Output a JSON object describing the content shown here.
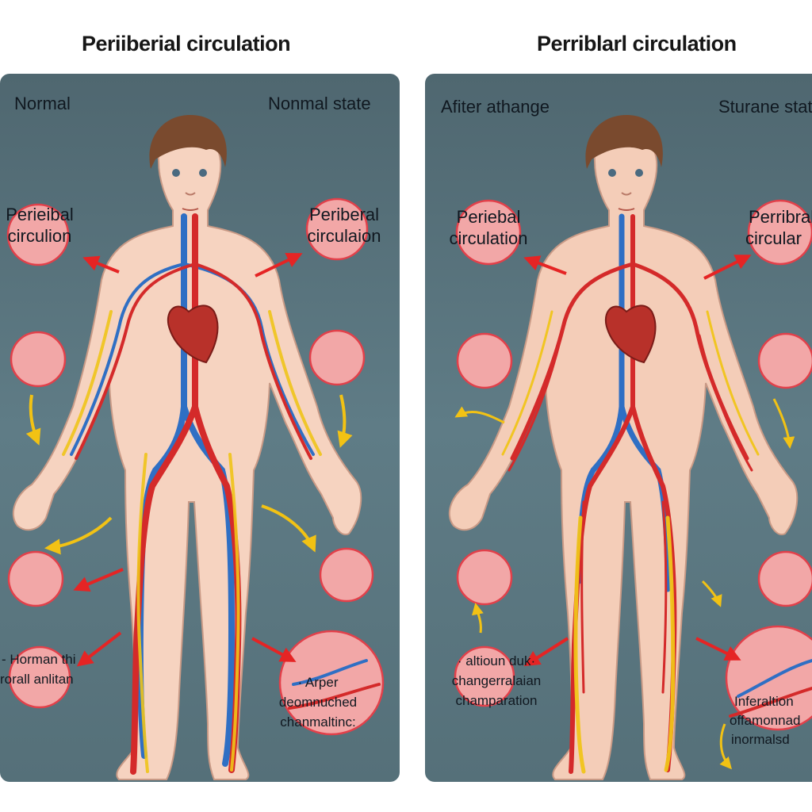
{
  "left_panel": {
    "title": "Periiberial circulation",
    "labels": {
      "top_left": "Normal",
      "top_right": "Nonmal state",
      "mid_left_1": "Perieibal",
      "mid_left_2": "circulion",
      "mid_right_1": "Periberal",
      "mid_right_2": "circulaion",
      "bottom_left_1": "- Horman thi",
      "bottom_left_2": "rorall anlitan",
      "bottom_right_1": "· Arper",
      "bottom_right_2": "deomnuched",
      "bottom_right_3": "chanmaltinc:"
    }
  },
  "right_panel": {
    "title": "Perriblarl circulation",
    "labels": {
      "top_left": "Afiter athange",
      "top_right": "Sturane state",
      "mid_left_1": "Periebal",
      "mid_left_2": "circulation",
      "mid_right_1": "Perribral",
      "mid_right_2": "circular",
      "bottom_left_1": "· altioun duk·",
      "bottom_left_2": "changerralaian",
      "bottom_left_3": "champaration",
      "bottom_right_1": "Inferaltion",
      "bottom_right_2": "offamonnad",
      "bottom_right_3": "inormalsd"
    }
  },
  "colors": {
    "panel_bg": "#587480",
    "artery": "#d42a2a",
    "vein": "#2f6fc4",
    "nerve": "#f0c419",
    "skin": "#f6d3c0",
    "tissue": "#f2a7a7"
  }
}
